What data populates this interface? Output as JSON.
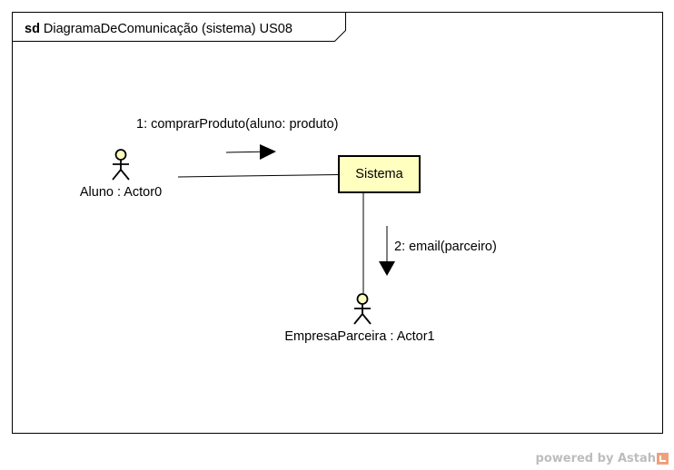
{
  "frame": {
    "keyword": "sd",
    "title": "DiagramaDeComunicação (sistema) US08"
  },
  "lifelines": {
    "actor0_label": "Aluno : Actor0",
    "sistema_label": "Sistema",
    "actor1_label": "EmpresaParceira : Actor1"
  },
  "messages": {
    "m1": "1: comprarProduto(aluno: produto)",
    "m2": "2: email(parceiro)"
  },
  "watermark": {
    "text": "powered by Astah"
  },
  "colors": {
    "object_fill": "#ffffc0",
    "stroke": "#000000",
    "watermark": "#bdbdbd"
  }
}
